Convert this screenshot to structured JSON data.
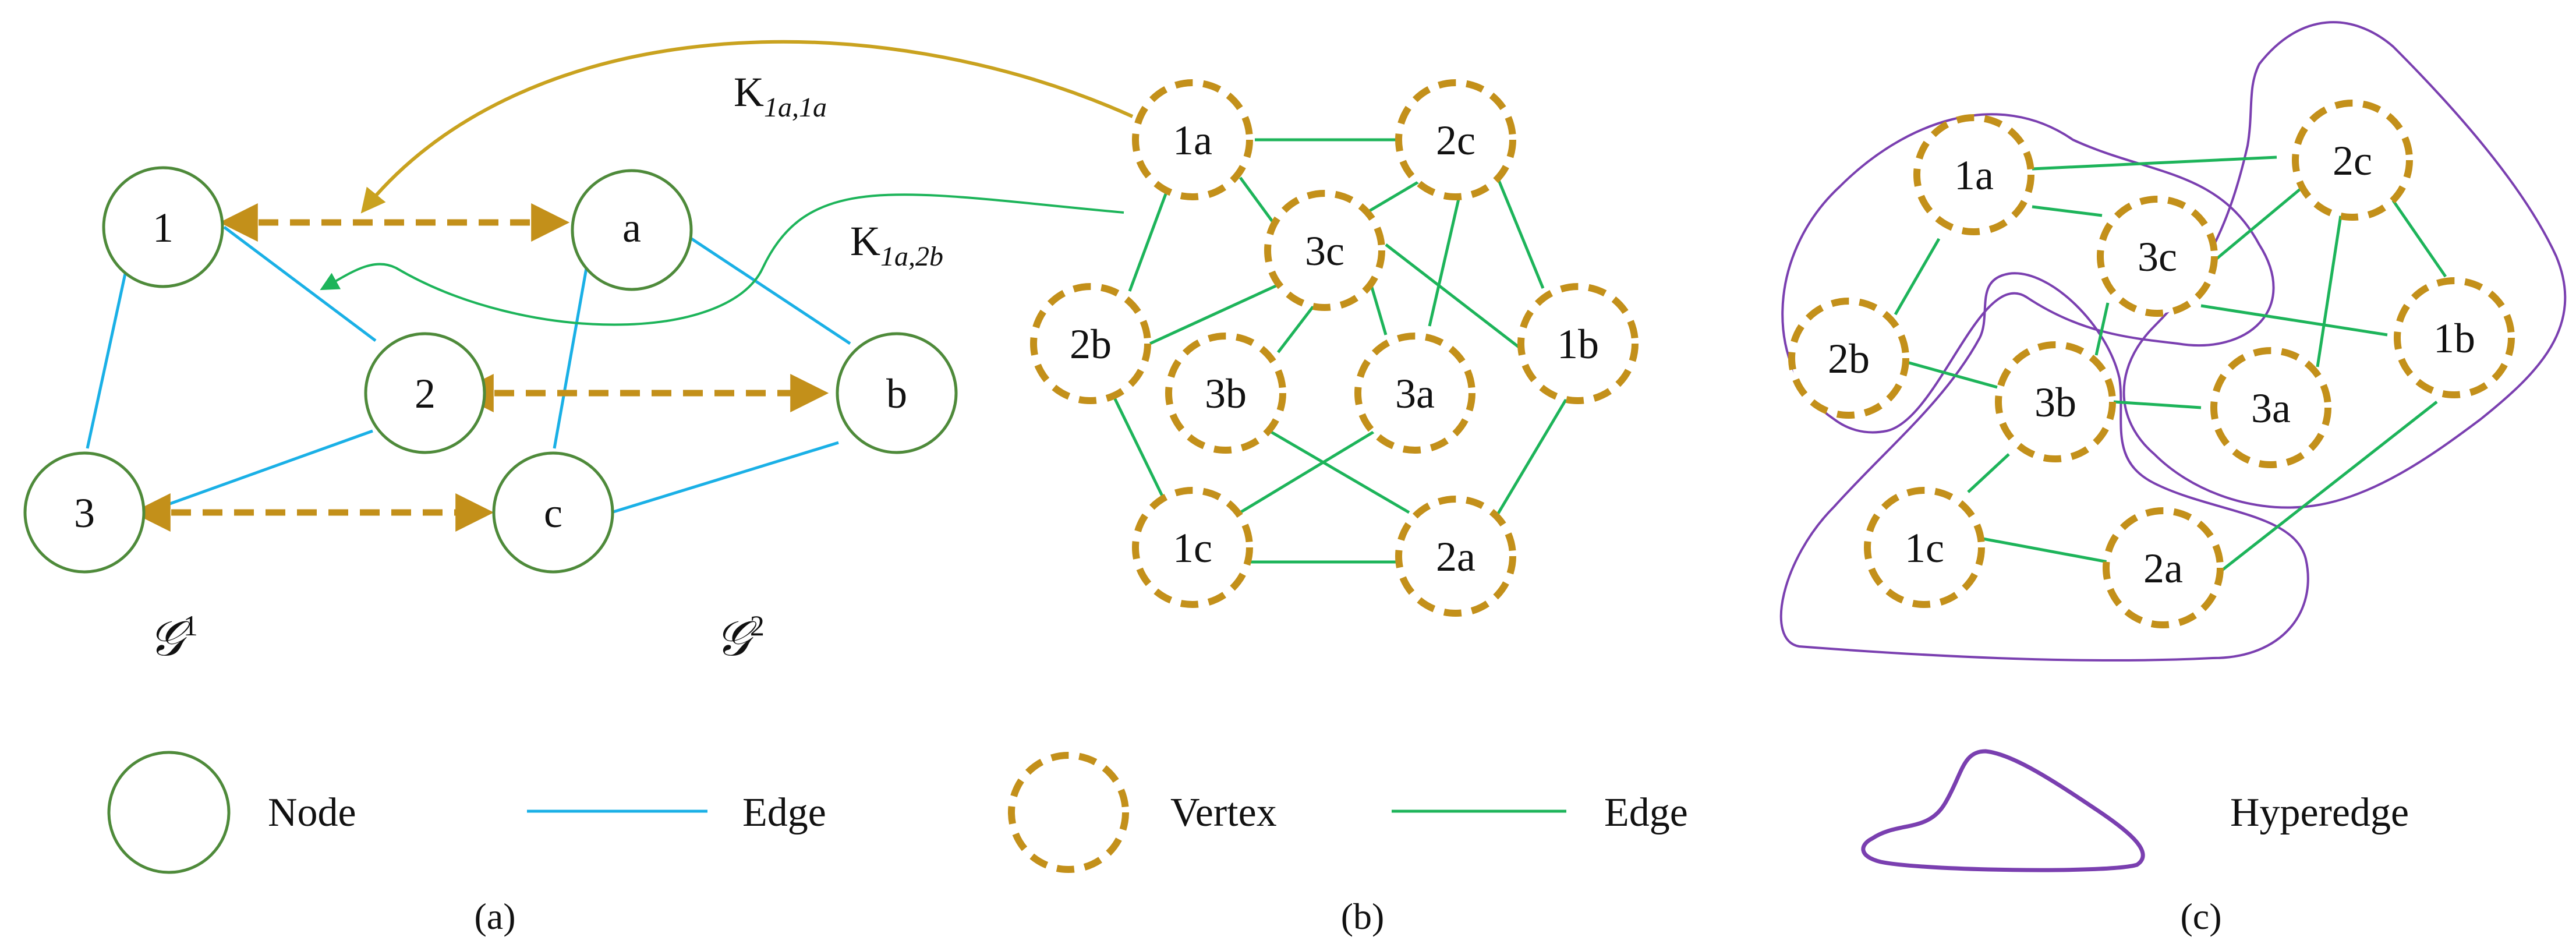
{
  "colors": {
    "node_stroke": "#4e8a3a",
    "edge_blue": "#1ab0e6",
    "edge_green": "#1db45a",
    "vertex_gold": "#c3901a",
    "match_arrow": "#c3901a",
    "kernel_arrow": "#c9a21f",
    "hyperedge": "#7a3fb0"
  },
  "panel_a": {
    "graph1_nodes": [
      "1",
      "2",
      "3"
    ],
    "graph2_nodes": [
      "a",
      "b",
      "c"
    ],
    "graph1_label": "𝒢",
    "graph1_sup": "1",
    "graph2_label": "𝒢",
    "graph2_sup": "2",
    "k1_main": "K",
    "k1_sub": "1a,1a",
    "k2_main": "K",
    "k2_sub": "1a,2b"
  },
  "panel_b": {
    "vertices": [
      "1a",
      "2c",
      "3c",
      "2b",
      "3b",
      "3a",
      "1b",
      "1c",
      "2a"
    ]
  },
  "panel_c": {
    "vertices": [
      "1a",
      "2c",
      "3c",
      "2b",
      "3b",
      "3a",
      "1b",
      "1c",
      "2a"
    ]
  },
  "legend": {
    "node": "Node",
    "edge_blue": "Edge",
    "vertex": "Vertex",
    "edge_green": "Edge",
    "hyperedge": "Hyperedge"
  },
  "captions": {
    "a": "(a)",
    "b": "(b)",
    "c": "(c)"
  }
}
